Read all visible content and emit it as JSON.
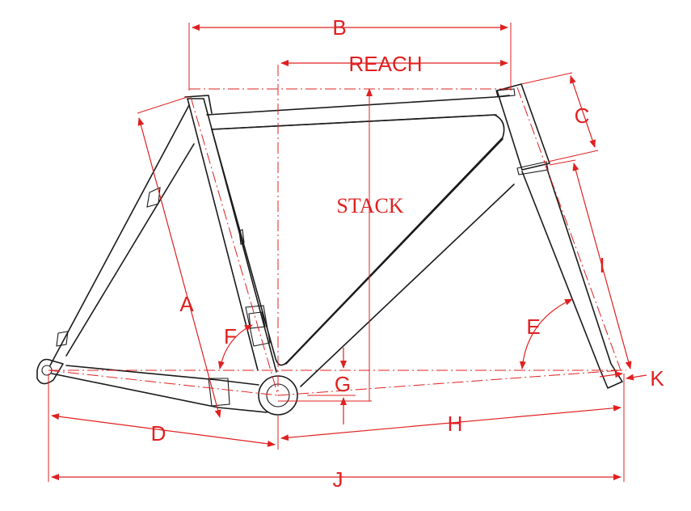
{
  "labels": {
    "b": "B",
    "reach": "REACH",
    "c": "C",
    "stack": "STACK",
    "i": "I",
    "a": "A",
    "e": "E",
    "f": "F",
    "g": "G",
    "k": "K",
    "d": "D",
    "h": "H",
    "j": "J"
  },
  "colors": {
    "dimension": "#e02020",
    "frame": "#1a1a1a"
  }
}
